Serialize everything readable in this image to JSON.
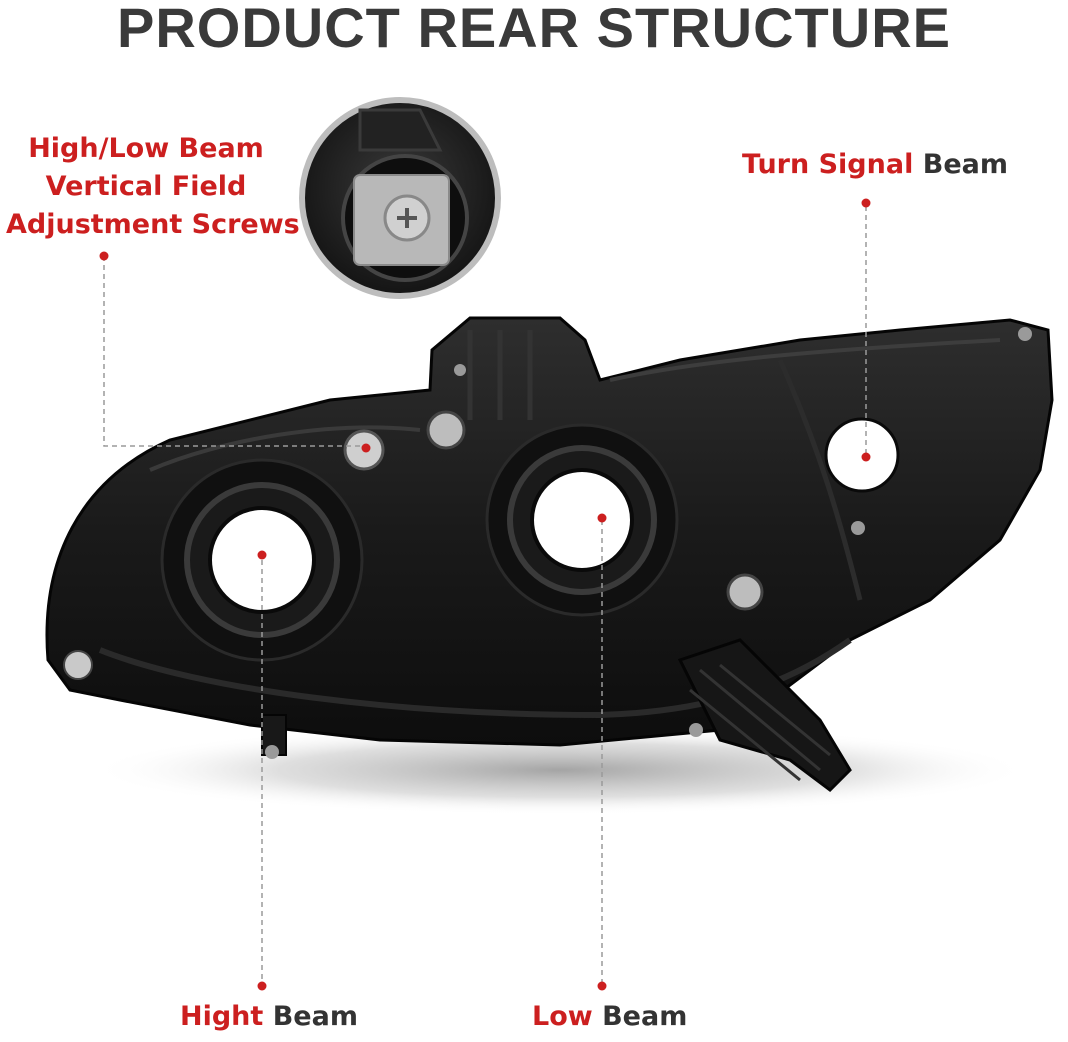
{
  "title": "PRODUCT REAR STRUCTURE",
  "callouts": {
    "adjust": {
      "lines": [
        "High/Low Beam",
        "Vertical Field",
        "Adjustment Screws"
      ]
    },
    "turn_signal": {
      "highlight": "Turn Signal",
      "rest": " Beam"
    },
    "high_beam": {
      "highlight": "Hight",
      "rest": " Beam"
    },
    "low_beam": {
      "highlight": "Low",
      "rest": " Beam"
    }
  },
  "colors": {
    "accent": "#cc1f1f",
    "text": "#333333",
    "housing": "#1c1c1c"
  }
}
